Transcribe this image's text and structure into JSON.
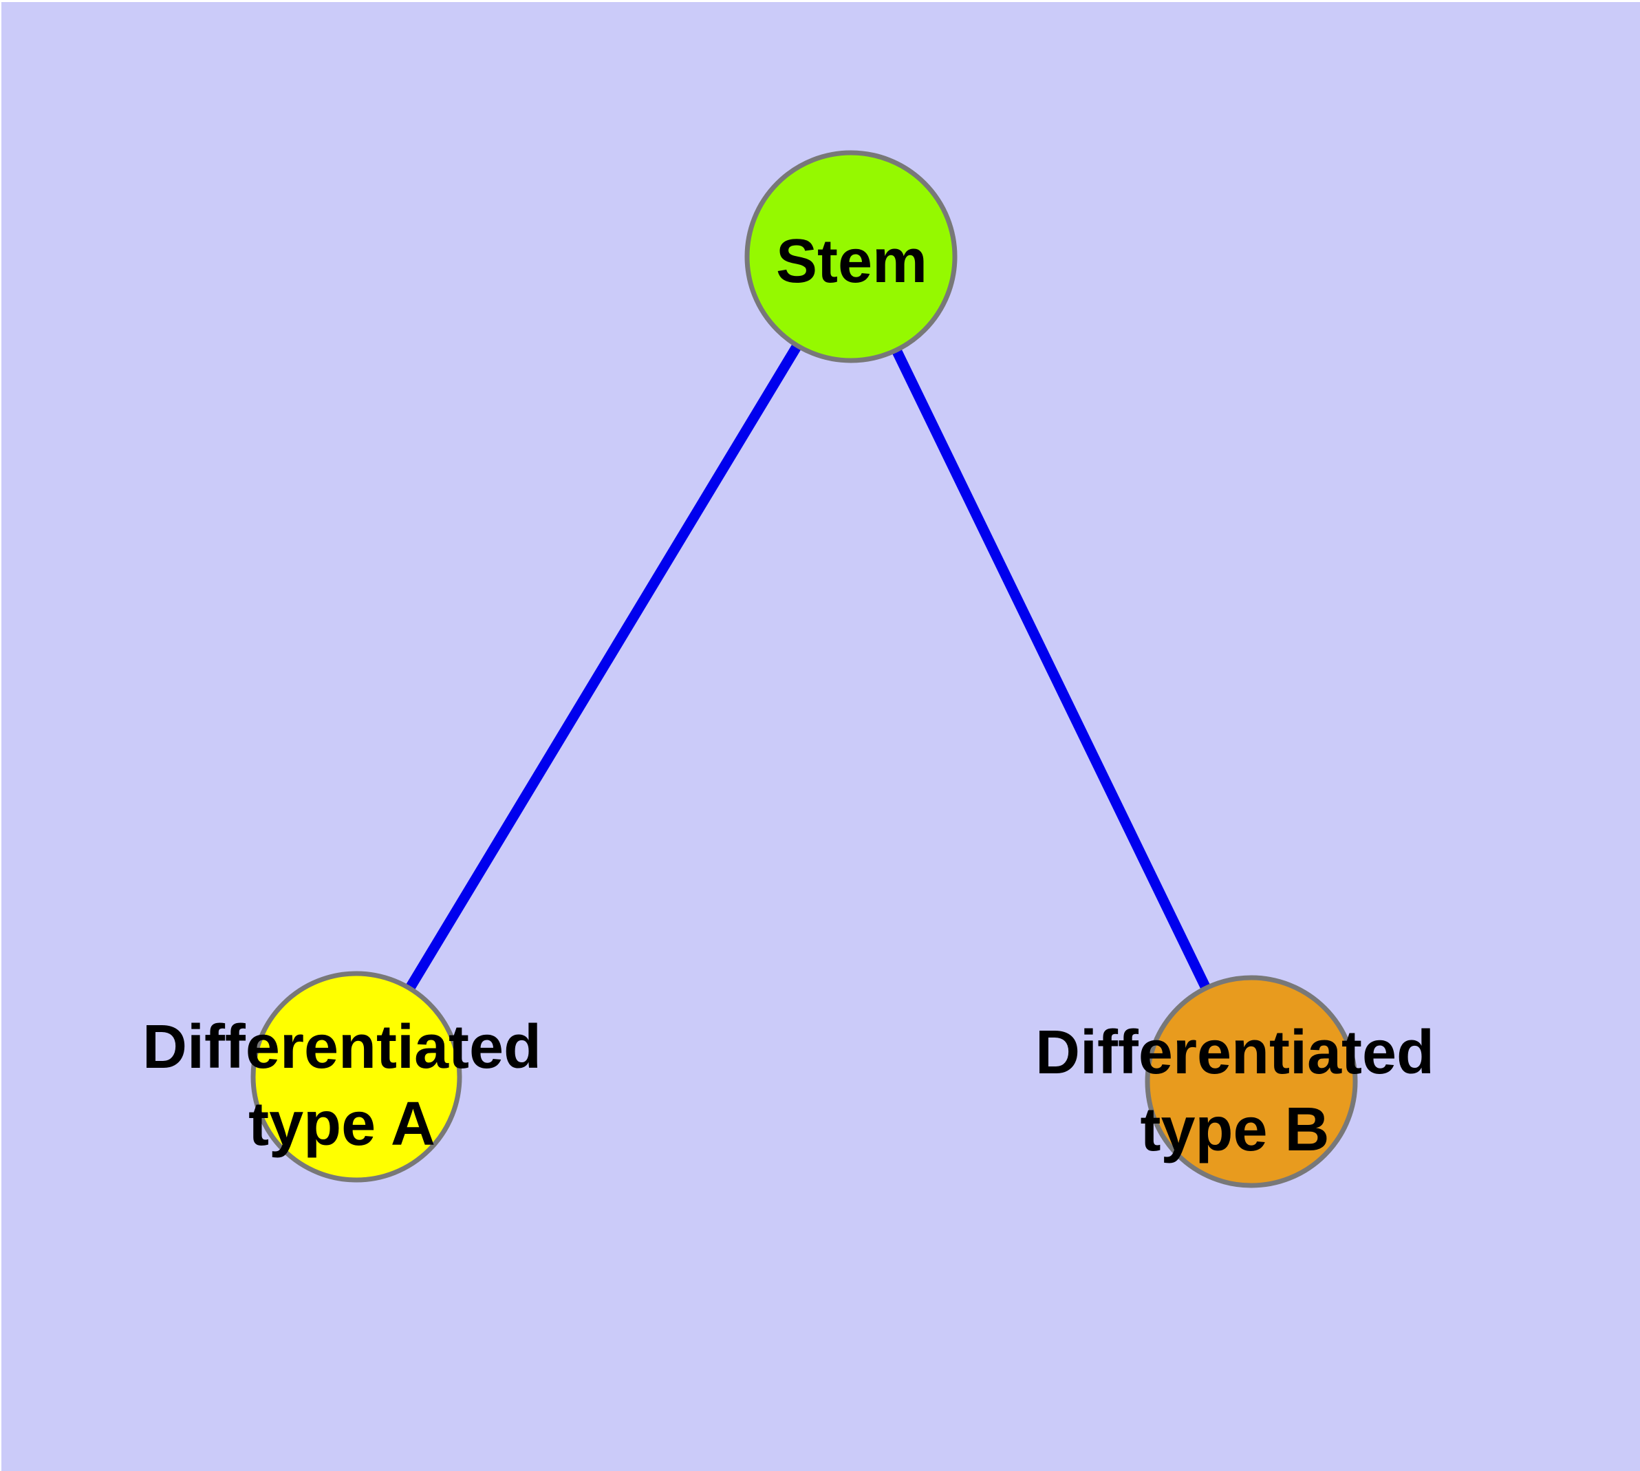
{
  "page": {
    "outer_border_color": "#FFFFFF"
  },
  "diagram": {
    "background_color": "#CBCBF9",
    "edge_color": "#0000EE",
    "node_border_color": "#787878",
    "label_color": "#000000",
    "nodes": [
      {
        "id": "stem",
        "label_lines": [
          "Stem"
        ],
        "fill_color": "#95F900"
      },
      {
        "id": "differentiated-type-a",
        "label_lines": [
          "Differentiated",
          "type A"
        ],
        "fill_color": "#FFFF00"
      },
      {
        "id": "differentiated-type-b",
        "label_lines": [
          "Differentiated",
          "type B"
        ],
        "fill_color": "#E89B1E"
      }
    ],
    "edges": [
      {
        "from": "stem",
        "to": "differentiated-type-a"
      },
      {
        "from": "stem",
        "to": "differentiated-type-b"
      }
    ]
  }
}
